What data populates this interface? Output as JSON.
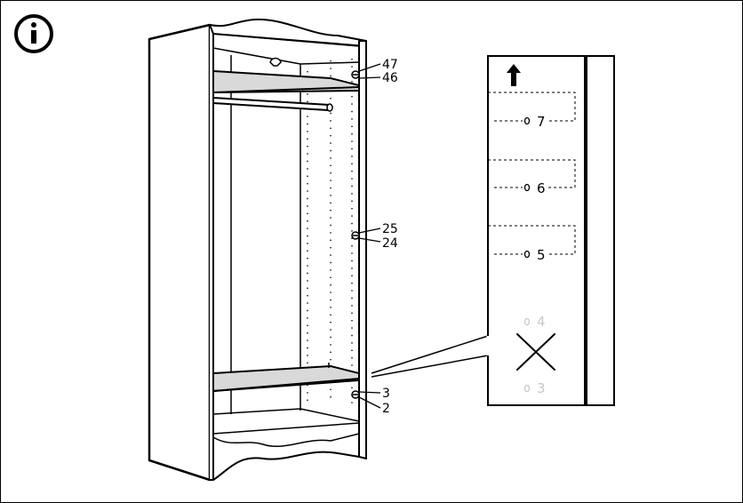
{
  "info_icon": {
    "glyph": "i",
    "semantic": "info-icon"
  },
  "wardrobe_labels": {
    "top_upper": "47",
    "top_lower": "46",
    "mid_upper": "25",
    "mid_lower": "24",
    "bottom_upper": "3",
    "bottom_lower": "2"
  },
  "detail_panel": {
    "arrow": "up-arrow-icon",
    "positions": [
      {
        "label": "7",
        "allowed": true
      },
      {
        "label": "6",
        "allowed": true
      },
      {
        "label": "5",
        "allowed": true
      },
      {
        "label": "4",
        "allowed": false
      },
      {
        "label": "3",
        "allowed": false
      }
    ],
    "forbidden_mark": "cross-icon"
  },
  "colors": {
    "line": "#000000",
    "shelf_fill": "#d9d9d9",
    "faint": "#c8c8c8"
  }
}
